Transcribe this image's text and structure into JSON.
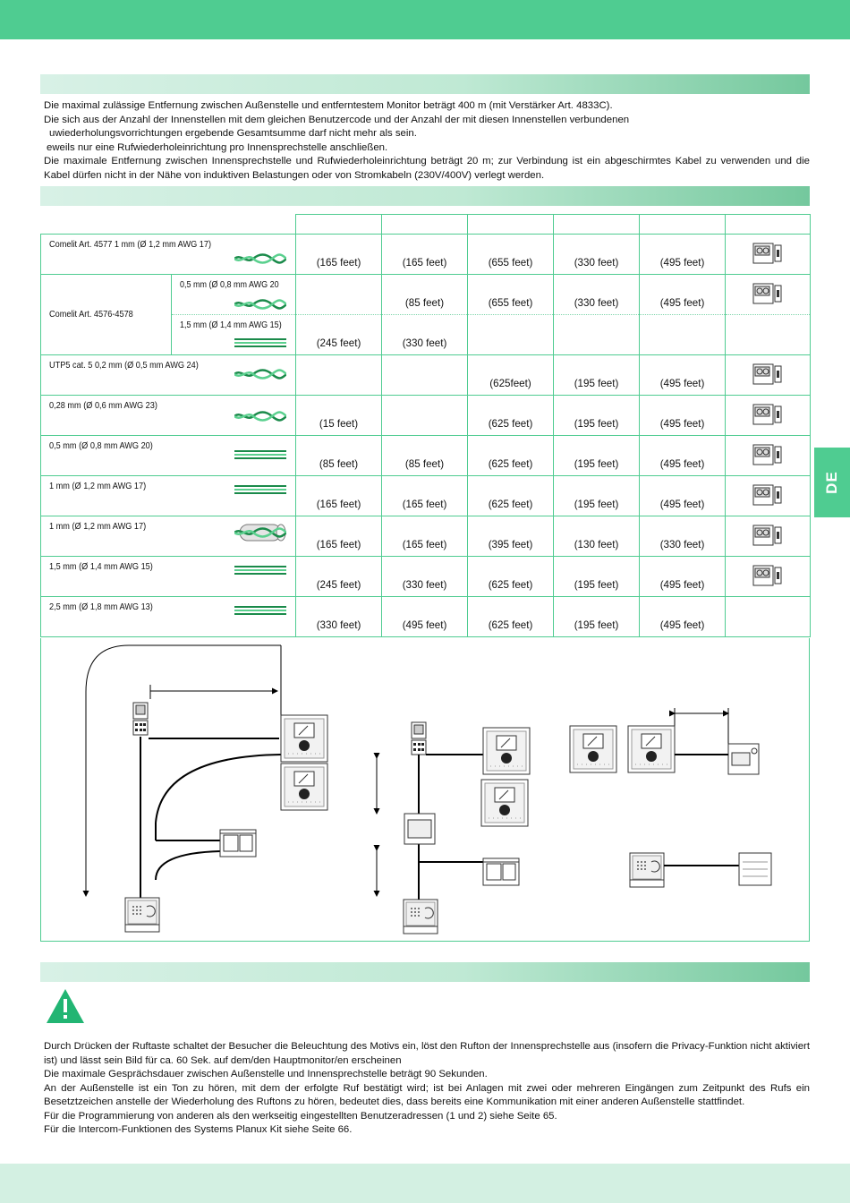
{
  "side_tab": "DE",
  "intro": {
    "lines": [
      "Die maximal zulässige Entfernung zwischen Außenstelle und entferntestem Monitor beträgt 400 m (mit Verstärker Art. 4833C).",
      "Die sich aus der Anzahl der Innenstellen mit dem gleichen Benutzercode und der Anzahl der mit diesen Innenstellen verbundenen",
      "uwiederholungsvorrichtungen ergebende Gesamtsumme darf nicht mehr als sein.",
      "eweils nur eine Rufwiederholeinrichtung pro Innensprechstelle anschließen.",
      "Die maximale Entfernung zwischen Innensprechstelle und Rufwiederholeinrichtung beträgt 20 m; zur Verbindung ist ein abgeschirmtes Kabel zu verwenden und die Kabel dürfen nicht in der Nähe von induktiven Belastungen oder von Stromkabeln (230V/400V) verlegt werden."
    ]
  },
  "table": {
    "rows": [
      {
        "label": "Comelit Art. 4577 1 mm  (Ø 1,2 mm AWG 17)",
        "cable": "twisted",
        "values": [
          "(165 feet)",
          "(165 feet)",
          "(655 feet)",
          "(330 feet)",
          "(495 feet)"
        ],
        "icon": true
      },
      {
        "label": "Comelit Art. 4576-4578",
        "sub": [
          {
            "label": "0,5 mm  (Ø 0,8 mm AWG 20",
            "cable": "twisted",
            "values": [
              "",
              "(85 feet)",
              "(655 feet)",
              "(330 feet)",
              "(495 feet)"
            ],
            "icon": true
          },
          {
            "label": "1,5 mm  (Ø 1,4 mm AWG 15)",
            "cable": "parallel",
            "values": [
              "(245 feet)",
              "(330 feet)",
              "",
              "",
              ""
            ],
            "icon": false
          }
        ]
      },
      {
        "label": "UTP5 cat. 5 0,2 mm  (Ø 0,5 mm AWG 24)",
        "cable": "twisted",
        "values": [
          "",
          "",
          "(625feet)",
          "(195 feet)",
          "(495 feet)"
        ],
        "icon": true
      },
      {
        "label": "0,28 mm  (Ø 0,6 mm AWG 23)",
        "cable": "twisted",
        "values": [
          "(15 feet)",
          "",
          "(625 feet)",
          "(195 feet)",
          "(495 feet)"
        ],
        "icon": true
      },
      {
        "label": "0,5 mm  (Ø 0,8 mm AWG 20)",
        "cable": "parallel",
        "values": [
          "(85 feet)",
          "(85 feet)",
          "(625 feet)",
          "(195 feet)",
          "(495 feet)"
        ],
        "icon": true
      },
      {
        "label": "1 mm  (Ø 1,2 mm AWG 17)",
        "cable": "parallel",
        "values": [
          "(165 feet)",
          "(165 feet)",
          "(625 feet)",
          "(195 feet)",
          "(495 feet)"
        ],
        "icon": true
      },
      {
        "label": "1 mm  (Ø 1,2 mm AWG 17)",
        "cable": "shielded",
        "values": [
          "(165 feet)",
          "(165 feet)",
          "(395 feet)",
          "(130 feet)",
          "(330 feet)"
        ],
        "icon": true
      },
      {
        "label": "1,5 mm  (Ø 1,4 mm AWG 15)",
        "cable": "parallel",
        "values": [
          "(245 feet)",
          "(330 feet)",
          "(625 feet)",
          "(195 feet)",
          "(495 feet)"
        ],
        "icon": true
      },
      {
        "label": "2,5 mm  (Ø 1,8 mm AWG 13)",
        "cable": "parallel",
        "values": [
          "(330 feet)",
          "(495 feet)",
          "(625 feet)",
          "(195 feet)",
          "(495 feet)"
        ],
        "icon": false
      }
    ]
  },
  "notes": {
    "lines": [
      "Durch Drücken der Ruftaste schaltet der Besucher die Beleuchtung des Motivs ein, löst den Rufton der Innensprechstelle aus (insofern die Privacy-Funktion nicht aktiviert ist) und lässt sein Bild für ca. 60 Sek. auf dem/den Hauptmonitor/en erscheinen",
      "Die maximale Gesprächsdauer zwischen Außenstelle und Innensprechstelle beträgt 90 Sekunden.",
      "An der Außenstelle ist ein Ton zu hören, mit dem der erfolgte Ruf bestätigt wird; ist bei Anlagen mit zwei oder mehreren Eingängen zum Zeitpunkt des Rufs ein Besetztzeichen anstelle der Wiederholung des Ruftons zu hören, bedeutet dies, dass bereits eine Kommunikation mit einer anderen Außenstelle stattfindet.",
      "Für die Programmierung von anderen als den werkseitig eingestellten Benutzeradressen (1 und 2) siehe Seite 65.",
      "Für die Intercom-Funktionen des Systems Planux Kit siehe Seite 66."
    ]
  },
  "colors": {
    "accent": "#4fcc91",
    "band_light": "#d8f1e6",
    "warning": "#22b573"
  }
}
